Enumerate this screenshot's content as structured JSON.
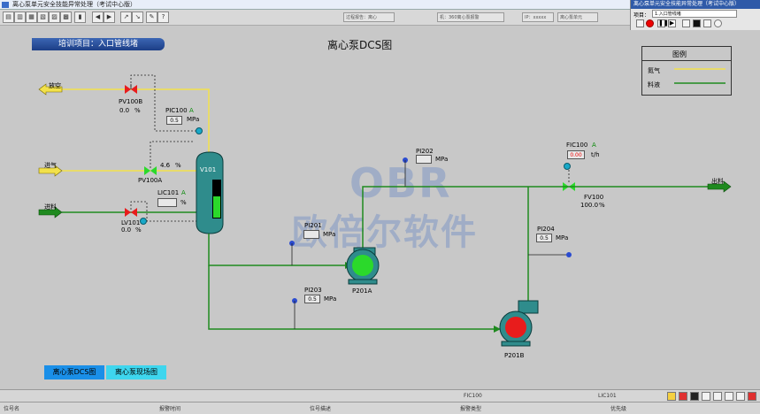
{
  "window": {
    "title": "离心泵单元安全技能异常处理（考试中心版）"
  },
  "control_panel": {
    "title": "离心泵单元安全技能异常处理（考试中心版）",
    "field_label": "项目：",
    "field_value": "1.入口管线堵"
  },
  "toolbar": {
    "status_cells": [
      "过程报告：离心",
      "机：360离心泵报警",
      "IP：xxxxx",
      "离心泵单元"
    ]
  },
  "banner": {
    "label": "培训项目：入口管线堵"
  },
  "page": {
    "title": "离心泵DCS图"
  },
  "legend": {
    "title": "图例",
    "items": [
      {
        "label": "氮气",
        "color": "#f2e14a"
      },
      {
        "label": "料液",
        "color": "#1f8a1f"
      }
    ]
  },
  "lines": {
    "vent": "放空",
    "nitrogen_in": "进气",
    "feed_in": "进料",
    "outlet": "出料"
  },
  "instruments": {
    "pv100b": {
      "tag": "PV100B",
      "value": "0.0",
      "unit": "%"
    },
    "pv100a": {
      "tag": "PV100A",
      "value": "4.6",
      "unit": "%"
    },
    "pic100": {
      "tag": "PIC100",
      "mode": "A",
      "value": "0.5",
      "unit": "MPa"
    },
    "lic101": {
      "tag": "LIC101",
      "mode": "A",
      "value": "",
      "unit": "%"
    },
    "lv101": {
      "tag": "LV101",
      "value": "0.0",
      "unit": "%"
    },
    "v101": {
      "tag": "V101"
    },
    "pi201": {
      "tag": "PI201",
      "value": "",
      "unit": "MPa"
    },
    "pi202": {
      "tag": "PI202",
      "value": "",
      "unit": "MPa"
    },
    "pi203": {
      "tag": "PI203",
      "value": "0.5",
      "unit": "MPa"
    },
    "pi204": {
      "tag": "PI204",
      "value": "0.5",
      "unit": "MPa"
    },
    "fic100": {
      "tag": "FIC100",
      "mode": "A",
      "value": "0.00",
      "unit": "t/h"
    },
    "fv100": {
      "tag": "FV100",
      "value": "100.0",
      "unit": "%"
    },
    "p201a": {
      "tag": "P201A"
    },
    "p201b": {
      "tag": "P201B"
    }
  },
  "nav": {
    "dcs": "离心泵DCS图",
    "field": "离心泵现场图"
  },
  "watermark": {
    "en": "OBR",
    "cn": "欧倍尔软件"
  },
  "bottom": {
    "alarm_tags": [
      "FIC100",
      "LIC101"
    ],
    "headers": [
      "位号名",
      "报警时间",
      "位号描述",
      "报警类型",
      "优先级"
    ]
  },
  "colors": {
    "nitrogen": "#f2e14a",
    "liquid": "#1f8a1f",
    "pump_a": "#2bd92b",
    "pump_b": "#e81c1c",
    "vessel": "#2f8c8c"
  }
}
